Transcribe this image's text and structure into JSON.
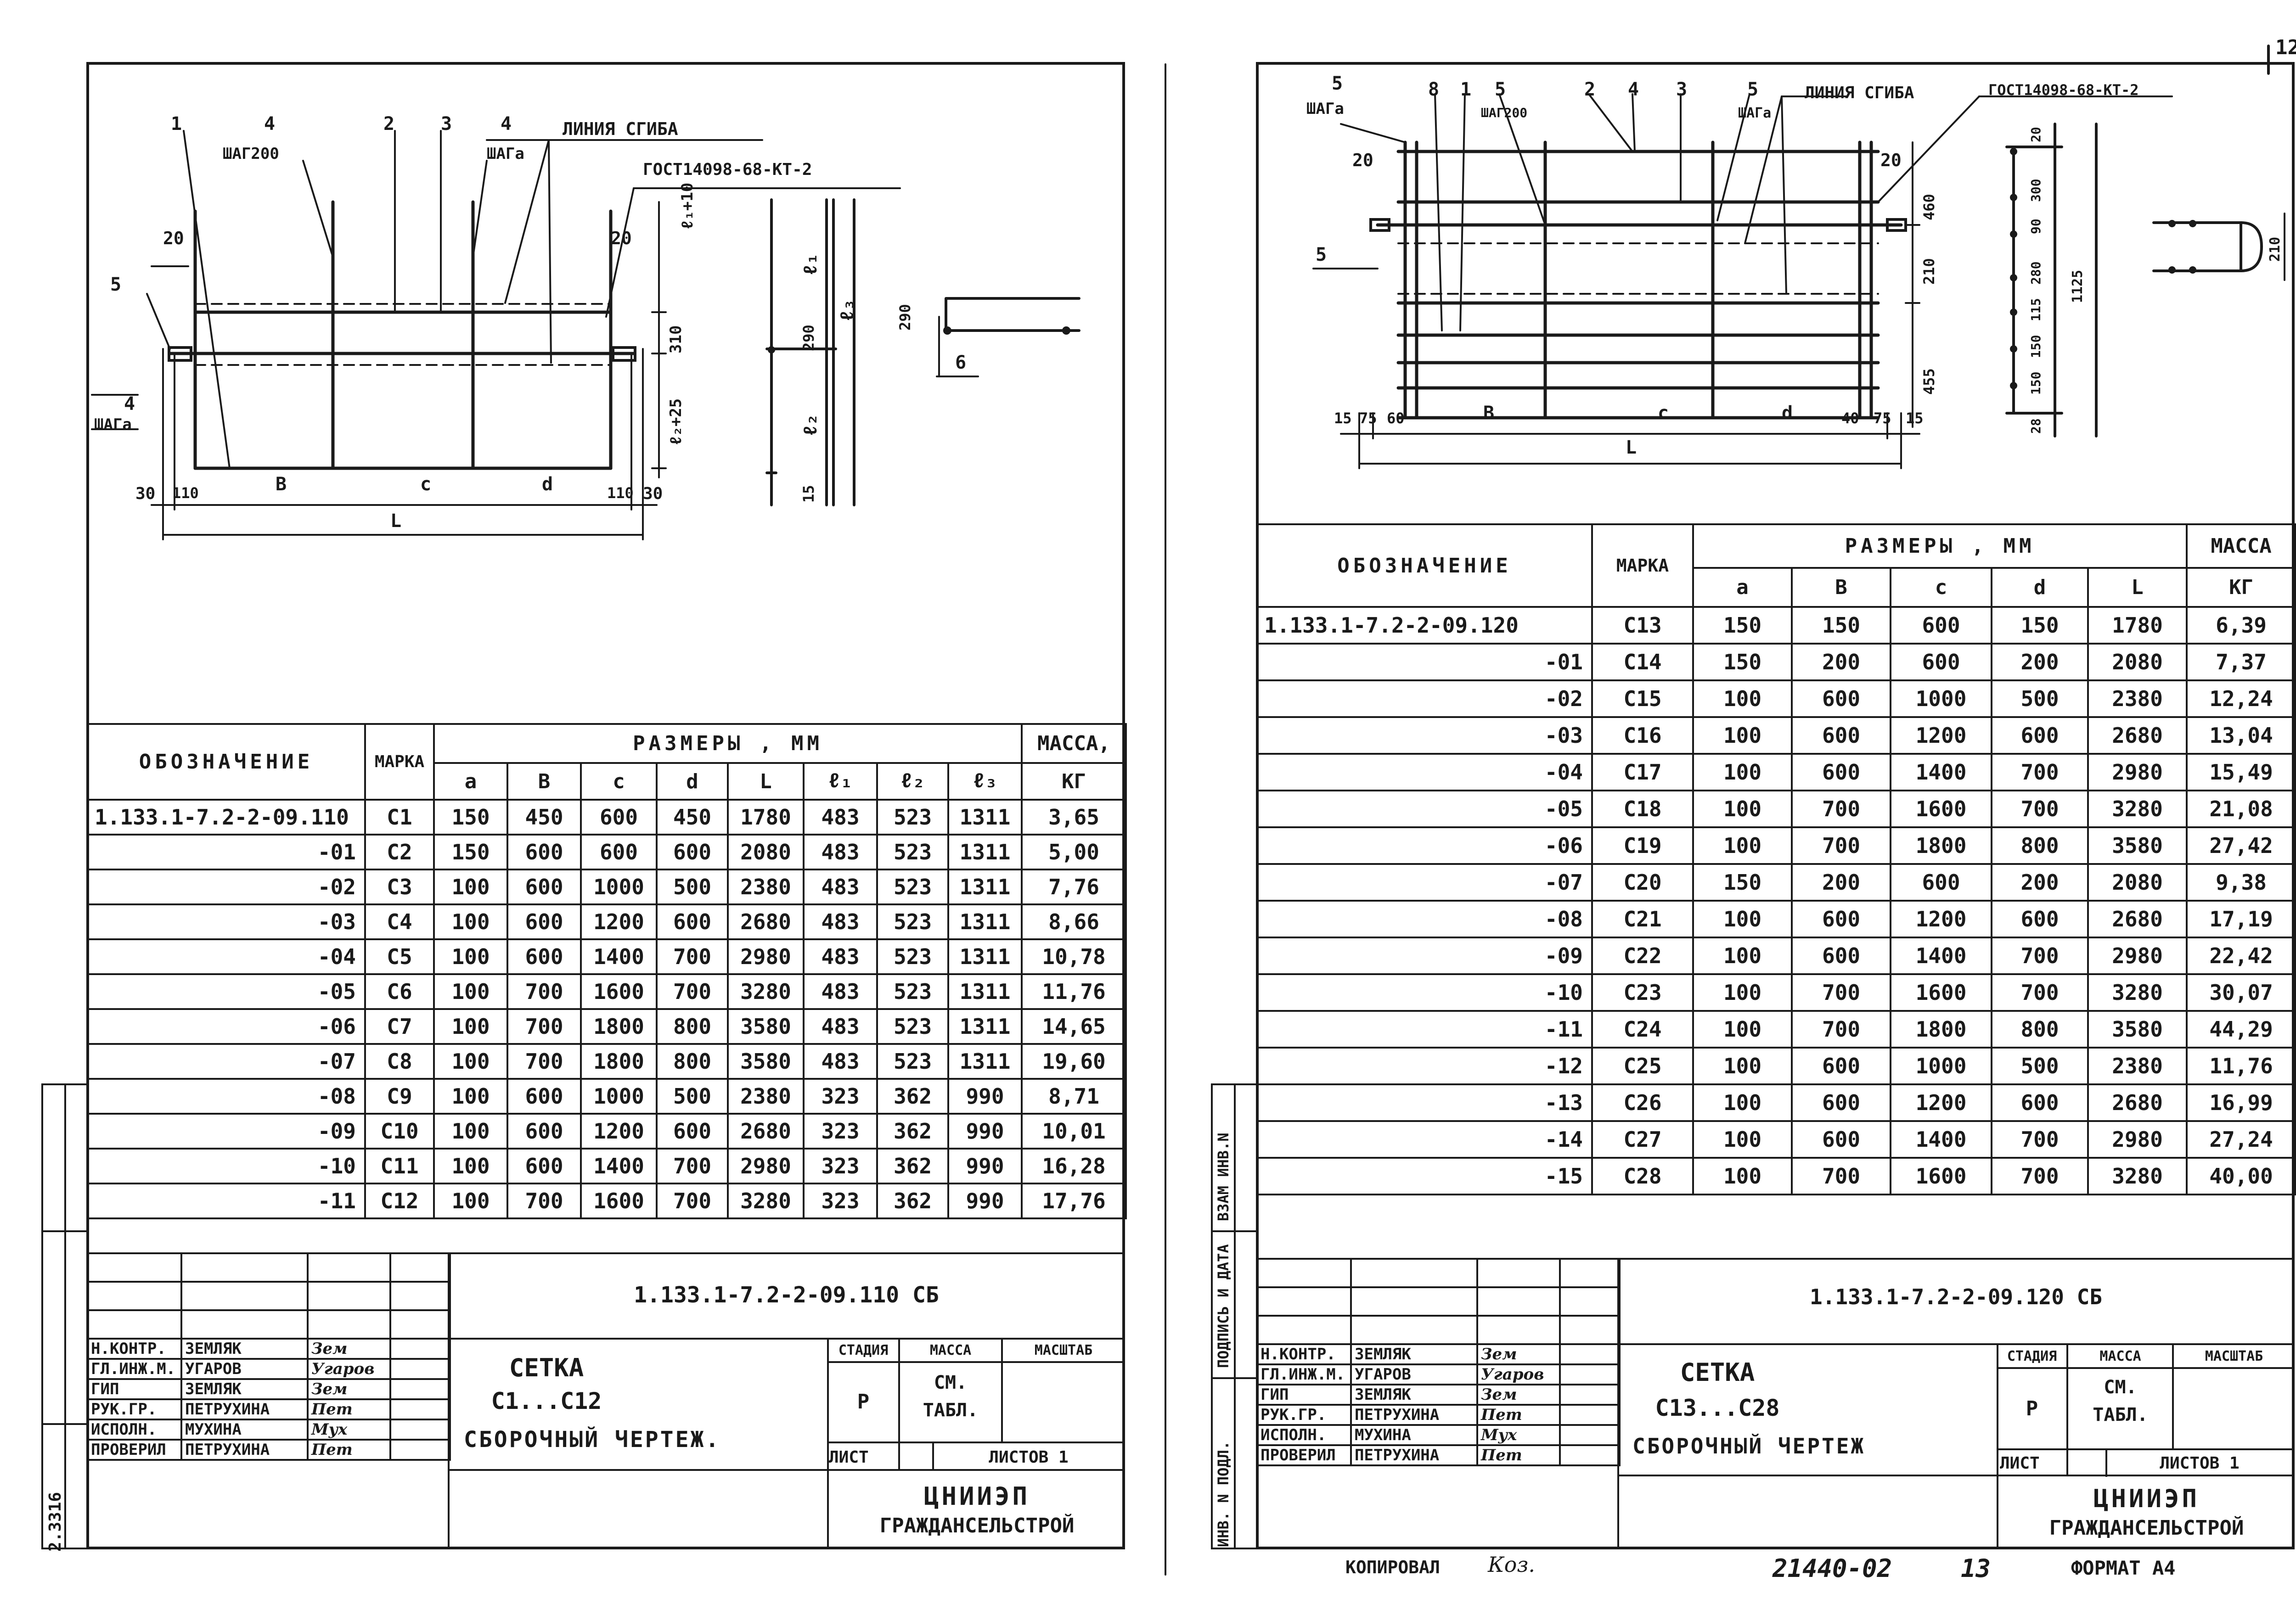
{
  "page_number": "12",
  "sheet_left": {
    "drawing_labels": {
      "p1": "1",
      "p4a": "4",
      "p2": "2",
      "p3": "3",
      "p4b": "4",
      "step200": "ШАГ200",
      "step_a_top": "ШАГа",
      "bend_line": "ЛИНИЯ СГИБА",
      "gost": "ГОСТ14098-68-КТ-2",
      "d20a": "20",
      "d20b": "20",
      "p5": "5",
      "p4c": "4",
      "step_a_left": "ШАГа",
      "d30a": "30",
      "d110a": "110",
      "dB": "B",
      "dC": "c",
      "dD": "d",
      "d110b": "110",
      "d30b": "30",
      "dL": "L",
      "l1p10": "ℓ₁+10",
      "d310": "310",
      "l2p25": "ℓ₂+25",
      "l1": "ℓ₁",
      "d290": "290",
      "l3": "ℓ₃",
      "l2": "ℓ₂",
      "d15": "15",
      "d290b": "290",
      "p6": "6"
    },
    "table": {
      "h_designation": "ОБОЗНАЧЕНИЕ",
      "h_mark": "МАРКА",
      "h_dims": "РАЗМЕРЫ , ММ",
      "h_mass": "МАССА,",
      "h_kg": "КГ",
      "sub": [
        "a",
        "B",
        "c",
        "d",
        "L",
        "ℓ₁",
        "ℓ₂",
        "ℓ₃"
      ],
      "rows": [
        [
          "1.133.1-7.2-2-09.110",
          "С1",
          "150",
          "450",
          "600",
          "450",
          "1780",
          "483",
          "523",
          "1311",
          "3,65"
        ],
        [
          "-01",
          "С2",
          "150",
          "600",
          "600",
          "600",
          "2080",
          "483",
          "523",
          "1311",
          "5,00"
        ],
        [
          "-02",
          "С3",
          "100",
          "600",
          "1000",
          "500",
          "2380",
          "483",
          "523",
          "1311",
          "7,76"
        ],
        [
          "-03",
          "С4",
          "100",
          "600",
          "1200",
          "600",
          "2680",
          "483",
          "523",
          "1311",
          "8,66"
        ],
        [
          "-04",
          "С5",
          "100",
          "600",
          "1400",
          "700",
          "2980",
          "483",
          "523",
          "1311",
          "10,78"
        ],
        [
          "-05",
          "С6",
          "100",
          "700",
          "1600",
          "700",
          "3280",
          "483",
          "523",
          "1311",
          "11,76"
        ],
        [
          "-06",
          "С7",
          "100",
          "700",
          "1800",
          "800",
          "3580",
          "483",
          "523",
          "1311",
          "14,65"
        ],
        [
          "-07",
          "С8",
          "100",
          "700",
          "1800",
          "800",
          "3580",
          "483",
          "523",
          "1311",
          "19,60"
        ],
        [
          "-08",
          "С9",
          "100",
          "600",
          "1000",
          "500",
          "2380",
          "323",
          "362",
          "990",
          "8,71"
        ],
        [
          "-09",
          "С10",
          "100",
          "600",
          "1200",
          "600",
          "2680",
          "323",
          "362",
          "990",
          "10,01"
        ],
        [
          "-10",
          "С11",
          "100",
          "600",
          "1400",
          "700",
          "2980",
          "323",
          "362",
          "990",
          "16,28"
        ],
        [
          "-11",
          "С12",
          "100",
          "700",
          "1600",
          "700",
          "3280",
          "323",
          "362",
          "990",
          "17,76"
        ]
      ]
    },
    "stamp": {
      "doc_code": "1.133.1-7.2-2-09.110 СБ",
      "title1": "СЕТКА",
      "title2": "С1...С12",
      "title3": "СБОРОЧНЫЙ ЧЕРТЕЖ.",
      "stage_h": "СТАДИЯ",
      "mass_h": "МАССА",
      "scale_h": "МАСШТАБ",
      "stage": "Р",
      "mass1": "СМ.",
      "mass2": "ТАБЛ.",
      "sheet_h": "ЛИСТ",
      "sheets_h": "ЛИСТОВ 1",
      "org1": "ЦНИИЭП",
      "org2": "ГРАЖДАНСЕЛЬСТРОЙ",
      "people": [
        [
          "Н.КОНТР.",
          "ЗЕМЛЯК",
          "Зем"
        ],
        [
          "ГЛ.ИНЖ.М.",
          "УГАРОВ",
          "Угаров"
        ],
        [
          "ГИП",
          "ЗЕМЛЯК",
          "Зем"
        ],
        [
          "РУК.ГР.",
          "ПЕТРУХИНА",
          "Пет"
        ],
        [
          "ИСПОЛН.",
          "МУХИНА",
          "Мух"
        ],
        [
          "ПРОВЕРИЛ",
          "ПЕТРУХИНА",
          "Пет"
        ]
      ],
      "side_code": "2.3316"
    }
  },
  "sheet_right": {
    "drawing_labels": {
      "p5a": "5",
      "p8": "8",
      "p1": "1",
      "p5b": "5",
      "p2": "2",
      "p4": "4",
      "p3": "3",
      "p5c": "5",
      "step_a_l": "ШАГа",
      "step200": "ШАГ200",
      "step_a_r": "ШАГа",
      "bend_line": "ЛИНИЯ СГИБА",
      "gost": "ГОСТ14098-68-КТ-2",
      "d20a": "20",
      "d20b": "20",
      "p5d": "5",
      "d15a": "15",
      "d75a": "75",
      "d60": "60",
      "dB": "B",
      "dC": "c",
      "dD": "d",
      "d40": "40",
      "d75b": "75",
      "d15b": "15",
      "dL": "L",
      "d460": "460",
      "d210": "210",
      "d455": "455",
      "s20": "20",
      "s300": "300",
      "s90": "90",
      "s280": "280",
      "s115": "115",
      "s150a": "150",
      "s150b": "150",
      "s28": "28",
      "s1125": "1125",
      "s210": "210"
    },
    "table": {
      "h_designation": "ОБОЗНАЧЕНИЕ",
      "h_mark": "МАРКА",
      "h_dims": "РАЗМЕРЫ , ММ",
      "h_mass": "МАССА",
      "h_kg": "КГ",
      "sub": [
        "a",
        "B",
        "c",
        "d",
        "L"
      ],
      "rows": [
        [
          "1.133.1-7.2-2-09.120",
          "С13",
          "150",
          "150",
          "600",
          "150",
          "1780",
          "6,39"
        ],
        [
          "-01",
          "С14",
          "150",
          "200",
          "600",
          "200",
          "2080",
          "7,37"
        ],
        [
          "-02",
          "С15",
          "100",
          "600",
          "1000",
          "500",
          "2380",
          "12,24"
        ],
        [
          "-03",
          "С16",
          "100",
          "600",
          "1200",
          "600",
          "2680",
          "13,04"
        ],
        [
          "-04",
          "С17",
          "100",
          "600",
          "1400",
          "700",
          "2980",
          "15,49"
        ],
        [
          "-05",
          "С18",
          "100",
          "700",
          "1600",
          "700",
          "3280",
          "21,08"
        ],
        [
          "-06",
          "С19",
          "100",
          "700",
          "1800",
          "800",
          "3580",
          "27,42"
        ],
        [
          "-07",
          "С20",
          "150",
          "200",
          "600",
          "200",
          "2080",
          "9,38"
        ],
        [
          "-08",
          "С21",
          "100",
          "600",
          "1200",
          "600",
          "2680",
          "17,19"
        ],
        [
          "-09",
          "С22",
          "100",
          "600",
          "1400",
          "700",
          "2980",
          "22,42"
        ],
        [
          "-10",
          "С23",
          "100",
          "700",
          "1600",
          "700",
          "3280",
          "30,07"
        ],
        [
          "-11",
          "С24",
          "100",
          "700",
          "1800",
          "800",
          "3580",
          "44,29"
        ],
        [
          "-12",
          "С25",
          "100",
          "600",
          "1000",
          "500",
          "2380",
          "11,76"
        ],
        [
          "-13",
          "С26",
          "100",
          "600",
          "1200",
          "600",
          "2680",
          "16,99"
        ],
        [
          "-14",
          "С27",
          "100",
          "600",
          "1400",
          "700",
          "2980",
          "27,24"
        ],
        [
          "-15",
          "С28",
          "100",
          "700",
          "1600",
          "700",
          "3280",
          "40,00"
        ]
      ]
    },
    "stamp": {
      "doc_code": "1.133.1-7.2-2-09.120 СБ",
      "title1": "СЕТКА",
      "title2": "С13...С28",
      "title3": "СБОРОЧНЫЙ ЧЕРТЕЖ",
      "stage_h": "СТАДИЯ",
      "mass_h": "МАССА",
      "scale_h": "МАСШТАБ",
      "stage": "Р",
      "mass1": "СМ.",
      "mass2": "ТАБЛ.",
      "sheet_h": "ЛИСТ",
      "sheets_h": "ЛИСТОВ 1",
      "org1": "ЦНИИЭП",
      "org2": "ГРАЖДАНСЕЛЬСТРОЙ",
      "people": [
        [
          "Н.КОНТР.",
          "ЗЕМЛЯК",
          "Зем"
        ],
        [
          "ГЛ.ИНЖ.М.",
          "УГАРОВ",
          "Угаров"
        ],
        [
          "ГИП",
          "ЗЕМЛЯК",
          "Зем"
        ],
        [
          "РУК.ГР.",
          "ПЕТРУХИНА",
          "Пет"
        ],
        [
          "ИСПОЛН.",
          "МУХИНА",
          "Мух"
        ],
        [
          "ПРОВЕРИЛ",
          "ПЕТРУХИНА",
          "Пет"
        ]
      ],
      "side_labels": [
        "ВЗАМ ИНВ.N",
        "ПОДПИСЬ И ДАТА",
        "ИНВ. N ПОДЛ."
      ]
    }
  },
  "footer": {
    "copied": "КОПИРОВАЛ",
    "copied_sig": "Коз.",
    "archive": "21440-02",
    "sheet_no": "13",
    "format": "ФОРМАТ А4"
  }
}
